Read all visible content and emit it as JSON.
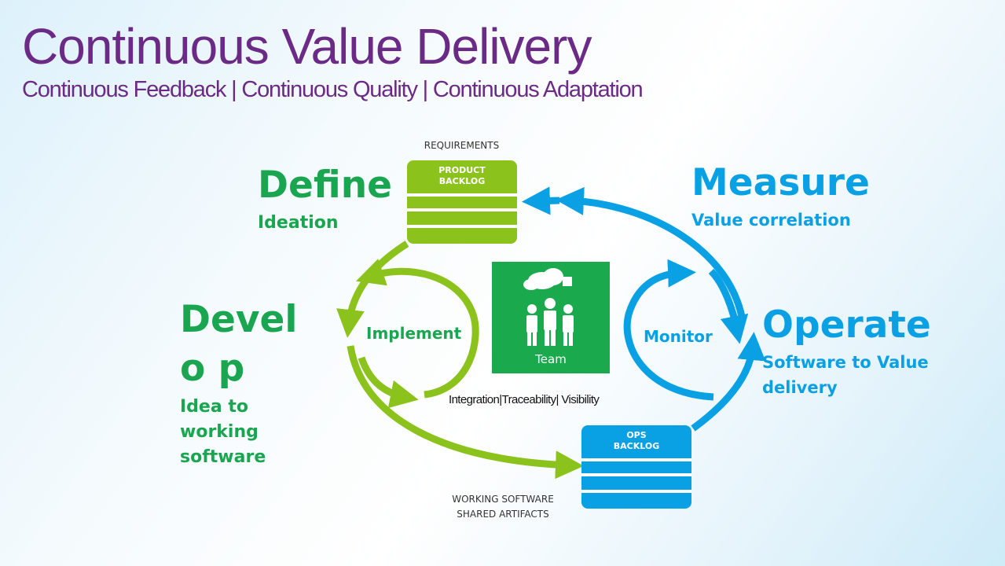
{
  "title": "Continuous Value Delivery",
  "subtitle": "Continuous Feedback | Continuous Quality | Continuous Adaptation",
  "stages": {
    "define": {
      "title": "Define",
      "subtitle": "Ideation"
    },
    "develop": {
      "title": "Develo p",
      "subtitle": "Idea to working software"
    },
    "operate": {
      "title": "Operate",
      "subtitle": "Software to Value delivery"
    },
    "measure": {
      "title": "Measure",
      "subtitle": "Value correlation"
    }
  },
  "loops": {
    "implement": "Implement",
    "monitor": "Monitor"
  },
  "annotations": {
    "integration": "Integration|Traceability| Visibility",
    "requirements": "REQUIREMENTS",
    "working_software": "WORKING SOFTWARE",
    "shared_artifacts": "SHARED ARTIFACTS"
  },
  "backlogs": {
    "product": {
      "line1": "PRODUCT",
      "line2": "BACKLOG"
    },
    "ops": {
      "line1": "OPS",
      "line2": "BACKLOG"
    }
  },
  "team": {
    "label": "Team"
  },
  "colors": {
    "title": "#6b2a86",
    "green": "#1aa650",
    "lime": "#8cc21c",
    "blue": "#0aa0e4",
    "team_bg": "#1aa94c"
  }
}
